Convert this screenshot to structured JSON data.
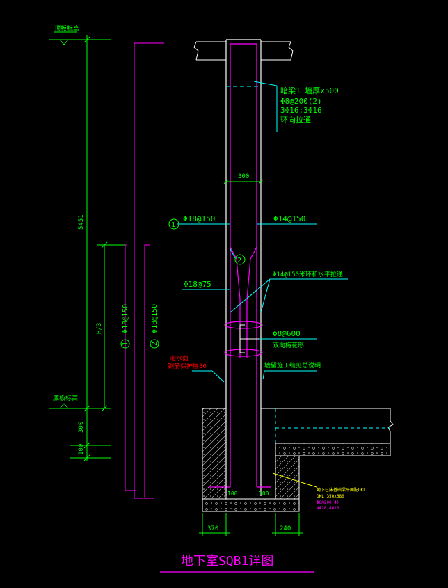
{
  "drawing": {
    "title": "地下室SQB1详图",
    "levels": {
      "top": "顶板标高",
      "bottom": "底板标高"
    },
    "dims": {
      "total_height": "5451",
      "half_height": "H/3",
      "dim_300": "300",
      "dim_100": "100",
      "wall_thickness": "300",
      "left_cover": "100",
      "right_cover": "100",
      "footing_left": "370",
      "footing_right": "240"
    },
    "bars": {
      "bar1_side_label": "1  Φ18@150",
      "bar2_side_label": "2  Φ18@150",
      "marker1": "1",
      "marker2": "2",
      "left_vertical": "Φ18@150",
      "left_lower": "Φ18@75",
      "right_vertical": "Φ14@150",
      "horizontal_note": "Φ14@150米环和水平拉通",
      "tie_note": "Φ8@600",
      "tie_note2": "双向梅花形"
    },
    "beam_note": {
      "line1": "暗梁1  墙厚x500",
      "line2": "Φ8@200(2)",
      "line3": "3Φ16;3Φ16",
      "line4": "环向拉通"
    },
    "red_note": {
      "line1": "迎水面",
      "line2": "钢筋保护层30"
    },
    "construction_note": "墙留施工缝见总说明",
    "footing_note": {
      "line1": "地下已床基础梁平面配DKL",
      "line2": "DKL  350x680",
      "line3": "Φ8@200(4)",
      "line4": "4Φ20;4Φ20"
    },
    "colors": {
      "background": "#000000",
      "wall": "#ffffff",
      "rebar": "#ff00ff",
      "dimension": "#00ff00",
      "leader": "#00ffff",
      "note_red": "#ff0000",
      "note_yellow": "#ffff00",
      "title": "#ff00ff"
    }
  }
}
